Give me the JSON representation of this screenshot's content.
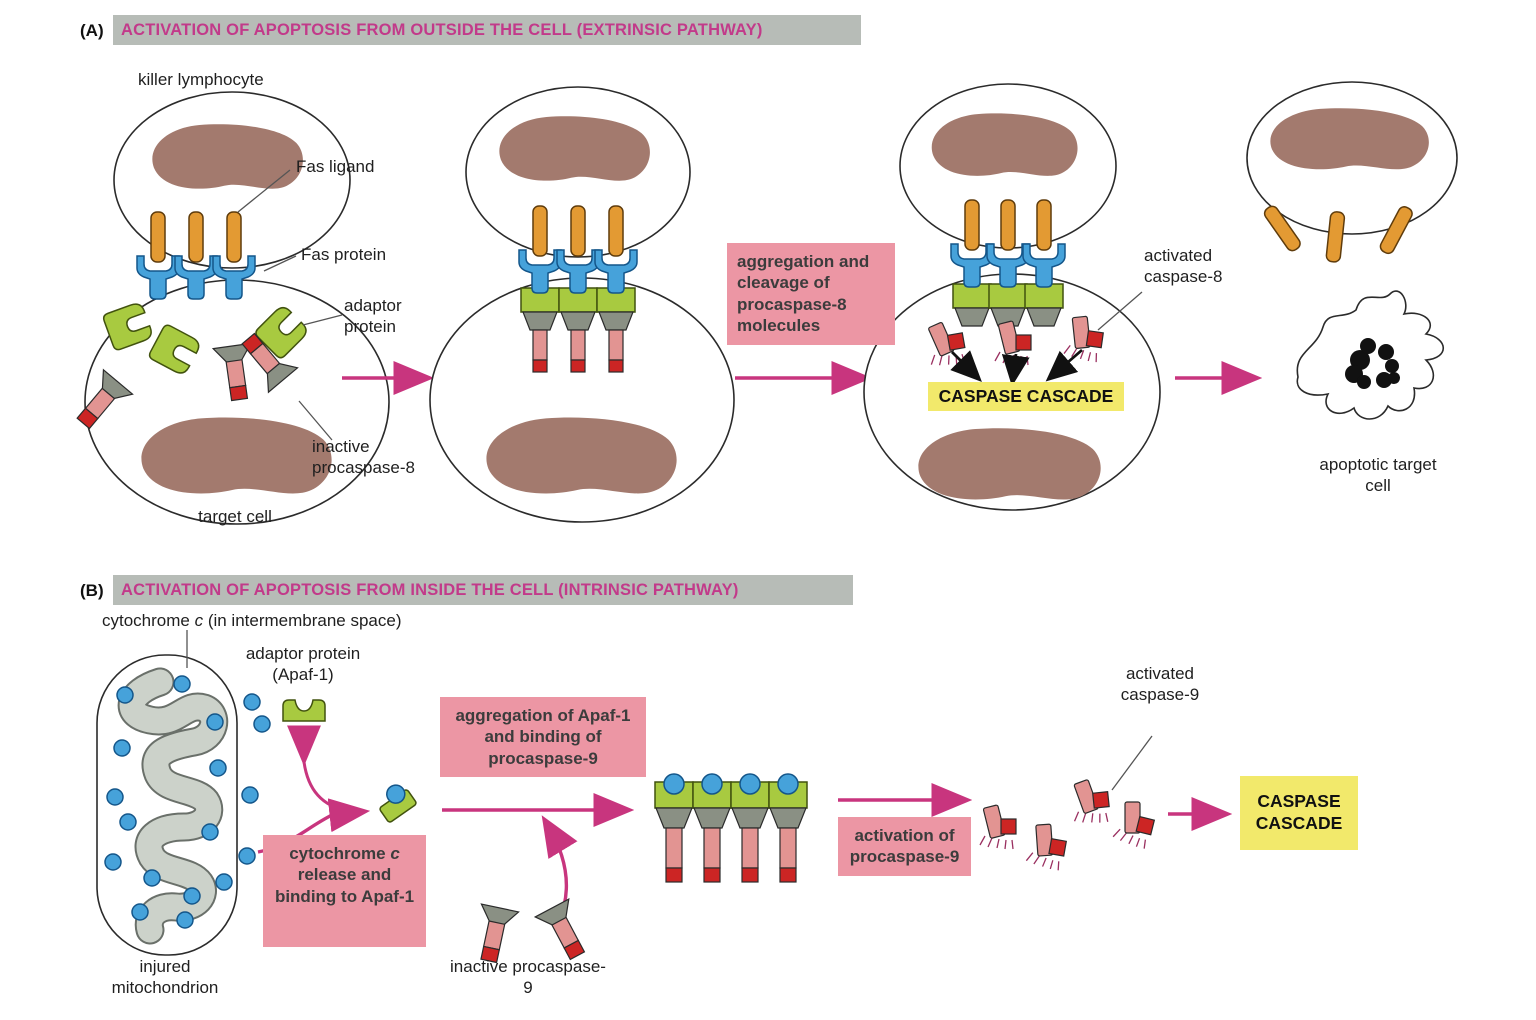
{
  "colors": {
    "magenta": "#c8357e",
    "title_pink": "#c23a8a",
    "bar_gray": "#b7bcb7",
    "box_pink": "#ec96a4",
    "box_yellow": "#f2e96b",
    "green": "#a8ca40",
    "blue": "#46a2da",
    "orange": "#e39a33",
    "brown": "#a37a6e",
    "pink_body": "#e29492",
    "red": "#cc2524",
    "gray_head": "#8a9084",
    "cristae": "#ccd2ca"
  },
  "panelA": {
    "tag": "(A)",
    "title": "ACTIVATION OF APOPTOSIS FROM OUTSIDE THE CELL (EXTRINSIC PATHWAY)",
    "labels": {
      "killer_lymphocyte": "killer lymphocyte",
      "fas_ligand": "Fas ligand",
      "fas_protein": "Fas protein",
      "adaptor_protein": "adaptor protein",
      "inactive_procaspase8": "inactive procaspase-8",
      "target_cell": "target cell",
      "activated_caspase8": "activated caspase-8",
      "apoptotic_target_cell": "apoptotic target cell"
    },
    "boxes": {
      "aggregation_cleavage": "aggregation and cleavage of procaspase-8 molecules",
      "caspase_cascade": "CASPASE CASCADE"
    }
  },
  "panelB": {
    "tag": "(B)",
    "title": "ACTIVATION OF APOPTOSIS FROM INSIDE THE CELL (INTRINSIC PATHWAY)",
    "labels": {
      "cytochrome_pre": "cytochrome ",
      "cytochrome_italic": "c",
      "cytochrome_post": " (in intermembrane space)",
      "adaptor_line1": "adaptor protein",
      "adaptor_line2": "(Apaf-1)",
      "injured_mitochondrion": "injured mitochondrion",
      "inactive_procaspase9": "inactive procaspase-9",
      "activated_caspase9": "activated caspase-9"
    },
    "boxes": {
      "release_pre": "cytochrome ",
      "release_italic": "c",
      "release_post": " release and binding to Apaf-1",
      "aggregation_binding": "aggregation of Apaf-1 and binding of procaspase-9",
      "activation": "activation of procaspase-9",
      "caspase_cascade": "CASPASE CASCADE"
    }
  }
}
